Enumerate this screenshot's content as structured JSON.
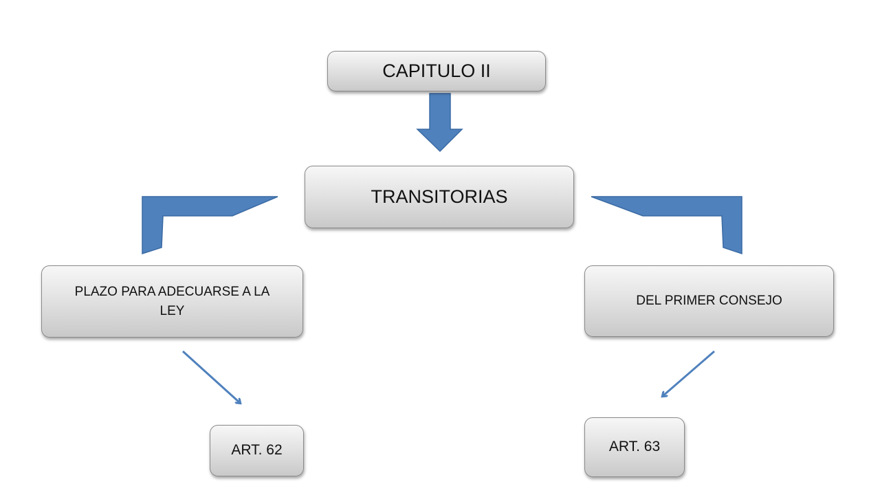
{
  "nodes": {
    "capitulo": "CAPITULO II",
    "transitorias": "TRANSITORIAS",
    "plazo": "PLAZO PARA ADECUARSE A LA LEY",
    "consejo": "DEL PRIMER CONSEJO",
    "art62": "ART. 62",
    "art63": "ART. 63"
  },
  "colors": {
    "arrow_fill": "#4f81bd",
    "arrow_stroke": "#3a6aa3",
    "box_border": "#8a8a8a"
  }
}
